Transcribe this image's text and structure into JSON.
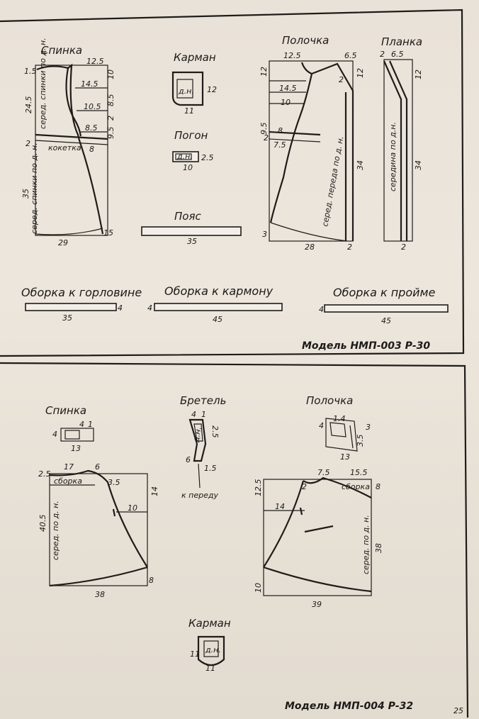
{
  "model1": {
    "title": "Модель НМП-003 Р-30",
    "back": {
      "title": "Спинка",
      "labels": [
        "12.5",
        "14.5",
        "10.5",
        "8.5",
        "8",
        "2",
        "1.5",
        "24.5",
        "10",
        "8.5",
        "2",
        "9.5",
        "35",
        "29",
        "15"
      ],
      "rot_labels": [
        "серед. спинки по д. н.",
        "серед. спинки по д. н.",
        "кокетка"
      ]
    },
    "pocket": {
      "title": "Карман",
      "labels": [
        "12",
        "11"
      ],
      "inner": "д.н."
    },
    "strap": {
      "title": "Погон",
      "labels": [
        "10",
        "2.5"
      ],
      "inner": "д.н."
    },
    "belt": {
      "title": "Пояс",
      "length": "35"
    },
    "front": {
      "title": "Полочка",
      "labels": [
        "12.5",
        "6.5",
        "12",
        "14.5",
        "10",
        "8",
        "7.5",
        "12",
        "9.5",
        "2",
        "2",
        "34",
        "3",
        "28",
        "2"
      ],
      "rot_label": "серед. переда по д. н."
    },
    "placket": {
      "title": "Планка",
      "labels": [
        "2",
        "6.5",
        "12",
        "34",
        "2"
      ],
      "rot_label": "середина по д.н."
    },
    "ruffles": [
      {
        "title": "Оборка к горловине",
        "length": "35",
        "end": "4"
      },
      {
        "title": "Оборка к кармону",
        "length": "45",
        "end": "4"
      },
      {
        "title": "Оборка к пройме",
        "length": "45",
        "end": "4"
      }
    ]
  },
  "model2": {
    "title": "Модель НМП-004 Р-32",
    "back": {
      "title": "Спинка",
      "labels": [
        "17",
        "6",
        "2.5",
        "3.5",
        "14",
        "10",
        "40.5",
        "8",
        "38"
      ],
      "rot_label": "серед. по д. н.",
      "gather": "сборка",
      "small": [
        "4",
        "4",
        "1",
        "13"
      ]
    },
    "strap": {
      "title": "Бретель",
      "labels": [
        "4",
        "1",
        "2.5",
        "6",
        "1.5"
      ],
      "note": "к переду",
      "inner": "д.н."
    },
    "front": {
      "title": "Полочка",
      "labels": [
        "7.5",
        "15.5",
        "8",
        "12.5",
        "2",
        "14",
        "10",
        "39",
        "38"
      ],
      "rot_label": "серед. по д. н.",
      "gather": "сборка",
      "small": [
        "1.4",
        "4",
        "13",
        "3",
        "3.5"
      ]
    },
    "pocket": {
      "title": "Карман",
      "labels": [
        "11",
        "11"
      ],
      "inner": "д.н."
    },
    "page_number": "25"
  }
}
